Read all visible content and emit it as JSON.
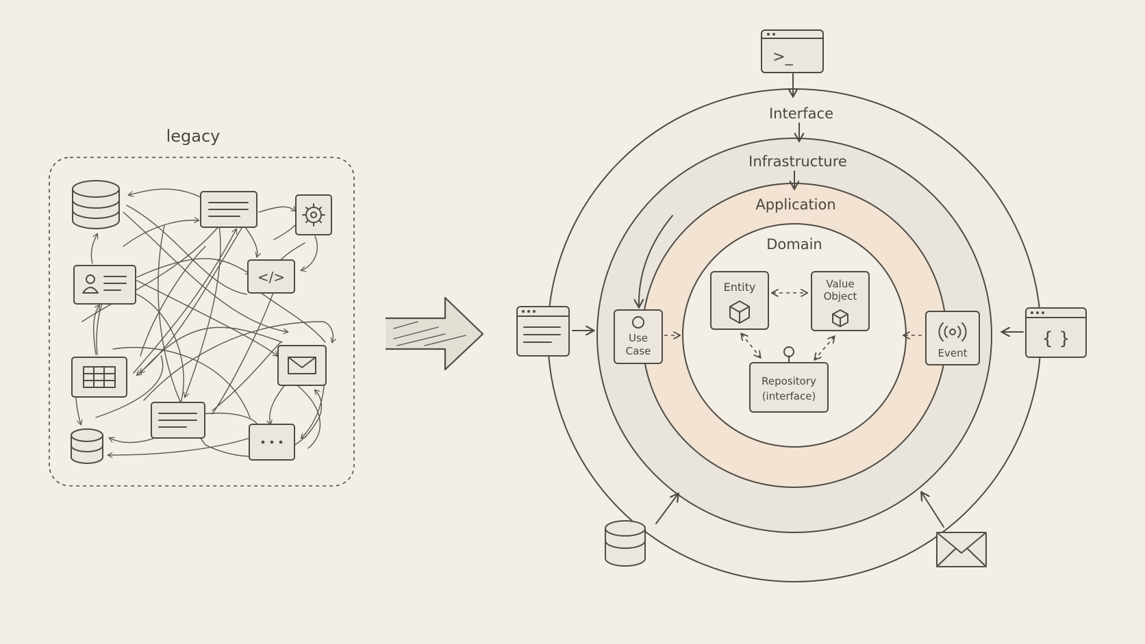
{
  "legacy": {
    "title": "legacy"
  },
  "layers": {
    "interface": "Interface",
    "infrastructure": "Infrastructure",
    "application": "Application",
    "domain": "Domain"
  },
  "nodes": {
    "use_case_line1": "Use",
    "use_case_line2": "Case",
    "entity": "Entity",
    "value_object_line1": "Value",
    "value_object_line2": "Object",
    "repository_line1": "Repository",
    "repository_line2": "(interface)",
    "event": "Event"
  },
  "icons": {
    "terminal_glyph": ">_",
    "code_glyph": "</>",
    "api_glyph": "{ }",
    "dots_glyph": "···"
  },
  "colors": {
    "background": "#f3efe6",
    "ink": "#4e4a44",
    "application_ring": "#f2e3d2",
    "infrastructure_ring": "#e9e5dd"
  }
}
